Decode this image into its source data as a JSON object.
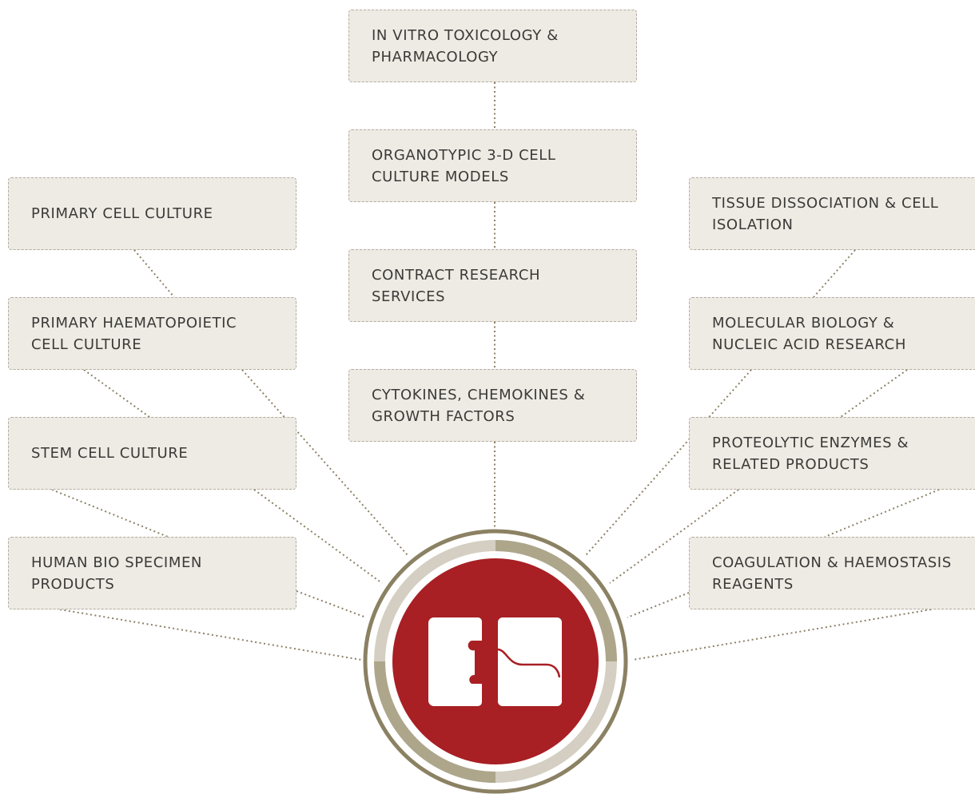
{
  "nodes": {
    "vitro": {
      "label": "IN VITRO TOXICOLOGY & PHARMACOLOGY"
    },
    "organo": {
      "label": "ORGANOTYPIC 3-D CELL CULTURE MODELS"
    },
    "contract": {
      "label": "CONTRACT RESEARCH SERVICES"
    },
    "cyto": {
      "label": "CYTOKINES, CHEMOKINES & GROWTH FACTORS"
    },
    "primary": {
      "label": "PRIMARY CELL CULTURE"
    },
    "haemato": {
      "label": "PRIMARY HAEMATOPOIETIC CELL CULTURE"
    },
    "stem": {
      "label": "STEM CELL CULTURE"
    },
    "human": {
      "label": "HUMAN BIO SPECIMEN PRODUCTS"
    },
    "tissue": {
      "label": "TISSUE DISSOCIATION & CELL ISOLATION"
    },
    "molec": {
      "label": "MOLECULAR BIOLOGY & NUCLEIC ACID RESEARCH"
    },
    "proteo": {
      "label": "PROTEOLYTIC ENZYMES & RELATED PRODUCTS"
    },
    "coag": {
      "label": "COAGULATION & HAEMOSTASIS REAGENTS"
    }
  },
  "colors": {
    "node_fill": "#eeebe4",
    "node_border": "#b3ab9f",
    "connector": "#8c8066",
    "hub_outer_ring": "#8b8163",
    "hub_band_light": "#d4cfc2",
    "hub_band_dark": "#ada68b",
    "hub_core": "#a81f24",
    "logo": "#ffffff"
  },
  "hub": {
    "icon": "company-logo-icon"
  }
}
